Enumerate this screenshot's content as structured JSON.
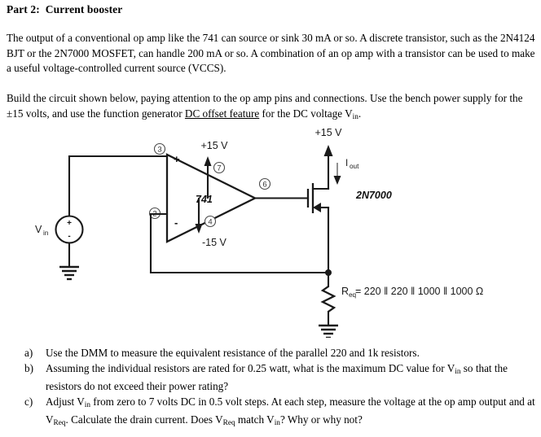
{
  "document": {
    "title": "Part 2:  Current booster",
    "paragraph1": "The output of a conventional op amp like the 741 can source or sink 30 mA or so. A discrete transistor, such as the 2N4124 BJT or the 2N7000 MOSFET, can handle 200 mA or so. A combination of an op amp with a transistor can be used to make a useful voltage-controlled current source (VCCS).",
    "paragraph2_part1": "Build the circuit shown below, paying attention to the op amp pins and connections. Use the bench power supply for the ±15 volts, and use the function generator ",
    "paragraph2_underlined": "DC offset feature",
    "paragraph2_part2": " for the DC voltage V",
    "paragraph2_sub": "in",
    "paragraph2_end": "."
  },
  "questions": [
    {
      "marker": "a)",
      "text": "Use the DMM to measure the equivalent resistance of the parallel 220 and 1k resistors."
    },
    {
      "marker": "b)",
      "text_part1": "Assuming the individual resistors are rated for 0.25 watt, what is the maximum DC value for V",
      "sub1": "in",
      "text_part2": " so that the resistors do not exceed their power rating?"
    },
    {
      "marker": "c)",
      "text_part1": "Adjust V",
      "sub1": "in",
      "text_part2": " from zero to 7 volts DC in 0.5 volt steps.  At each step, measure the voltage at the op amp output and at V",
      "sub2": "Req",
      "text_part3": ".  Calculate the drain current.  Does V",
      "sub3": "Req",
      "text_part4": " match V",
      "sub4": "in",
      "text_part5": "?  Why or why not?"
    }
  ],
  "schematic": {
    "source_label": "V",
    "source_label_sub": "in",
    "source_plus": "+",
    "source_minus": "-",
    "opamp_part": "741",
    "opamp_plus": "+",
    "opamp_minus": "-",
    "opamp_supply_pos": "+15 V",
    "opamp_supply_neg": "-15 V",
    "pin_noninverting": "3",
    "pin_inverting": "2",
    "pin_vpos": "7",
    "pin_vneg": "4",
    "pin_output": "6",
    "rail_pos": "+15 V",
    "current_label": "I",
    "current_label_sub": "out",
    "transistor_part": "2N7000",
    "resistor_label": "R",
    "resistor_label_sub": "eq",
    "resistor_value": "= 220 ‖ 220 ‖ 1000 ‖ 1000  Ω"
  },
  "colors": {
    "wire": "#1a1a1a",
    "text": "#000000",
    "pin_circle_stroke": "#4a4a4a",
    "background": "#ffffff"
  }
}
